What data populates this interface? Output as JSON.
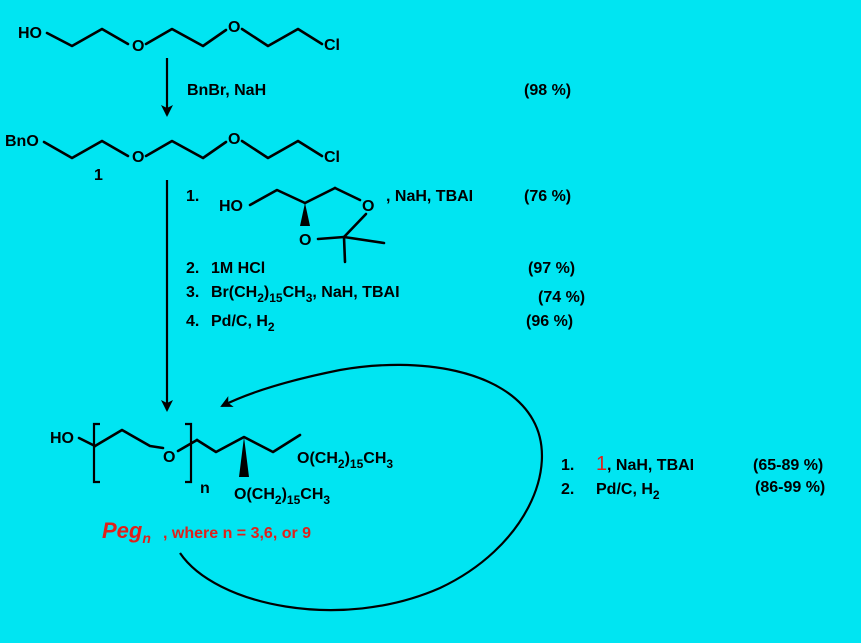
{
  "colors": {
    "background": "#00E5F2",
    "ink": "#000000",
    "accent": "#E0201B"
  },
  "start": {
    "ho": "HO",
    "o1": "O",
    "o2": "O",
    "cl": "Cl"
  },
  "step1": {
    "reagents": "BnBr, NaH",
    "yield": "(98 %)"
  },
  "compound1": {
    "bno": "BnO",
    "o1": "O",
    "o2": "O",
    "cl": "Cl",
    "label": "1"
  },
  "steps": [
    {
      "num": "1.",
      "reagents": ", NaH, TBAI",
      "yield": "(76 %)"
    },
    {
      "num": "2.",
      "reagents": "1M HCl",
      "yield": "(97 %)"
    },
    {
      "num": "3.",
      "reagents_a": "Br(CH",
      "sub_a": "2",
      "reagents_b": ")",
      "sub_b": "15",
      "reagents_c": "CH",
      "sub_c": "3",
      "reagents_d": ", NaH, TBAI",
      "yield": "(74 %)"
    },
    {
      "num": "4.",
      "reagents": "Pd/C, H",
      "sub": "2",
      "yield": "(96 %)"
    }
  ],
  "glycerol": {
    "ho": "HO",
    "o1": "O",
    "o2": "O"
  },
  "product": {
    "ho": "HO",
    "o_chain": "O",
    "n": "n",
    "ether_top_a": "O(CH",
    "ether_top_sub1": "2",
    "ether_top_b": ")",
    "ether_top_sub2": "15",
    "ether_top_c": "CH",
    "ether_top_sub3": "3",
    "ether_bot_a": "O(CH",
    "ether_bot_sub1": "2",
    "ether_bot_b": ")",
    "ether_bot_sub2": "15",
    "ether_bot_c": "CH",
    "ether_bot_sub3": "3",
    "peg": "Peg",
    "peg_sub": "n",
    "peg_desc": ", where n = 3,6, or 9"
  },
  "cycle": {
    "step1_num": "1.",
    "step1_ref": "1",
    "step1_reagents": ", NaH, TBAI",
    "step1_yield": "(65-89 %)",
    "step2_num": "2.",
    "step2_reagents": "Pd/C, H",
    "step2_sub": "2",
    "step2_yield": "(86-99 %)"
  }
}
